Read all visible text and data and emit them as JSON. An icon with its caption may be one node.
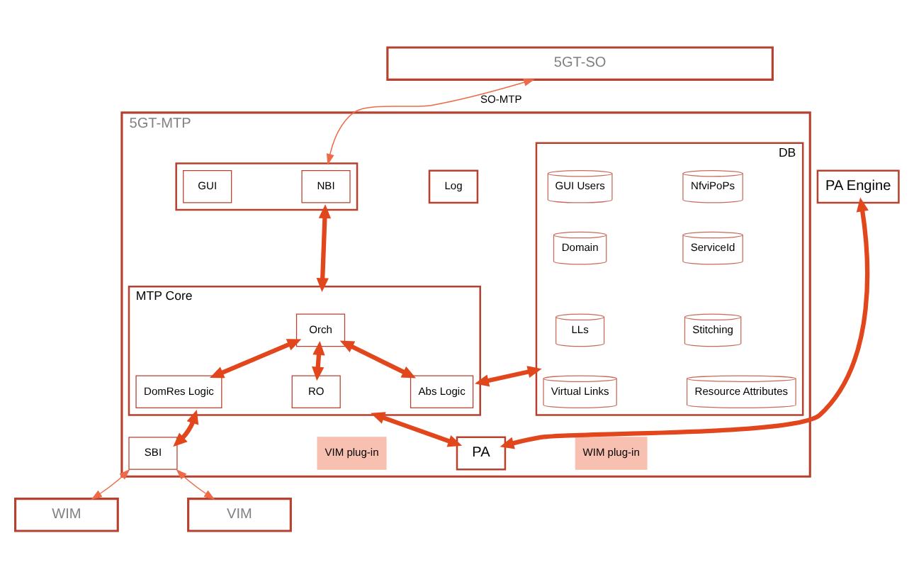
{
  "diagram": {
    "nodes": [
      {
        "text": [
          "5GT-SO"
        ]
      },
      {
        "text": [
          "5GT-MTP"
        ]
      },
      {
        "text": [],
        "shape": "box",
        "in": 1
      },
      {
        "text": [
          "NBI"
        ],
        "in": 2
      },
      {
        "text": [
          "GUI"
        ],
        "in": 2
      },
      {
        "text": [
          "Log"
        ],
        "in": 1
      },
      {
        "text": [
          "DB"
        ],
        "in": 1
      },
      {
        "text": [
          "GUI Users"
        ],
        "in": 6
      },
      {
        "text": [
          "NfviPoPs"
        ],
        "in": 6
      },
      {
        "text": [
          "Domain"
        ],
        "in": 6
      },
      {
        "text": [
          "ServiceId"
        ],
        "in": 6
      },
      {
        "text": [
          "LLs"
        ],
        "in": 6
      },
      {
        "text": [
          "Stitching"
        ],
        "in": 6
      },
      {
        "text": [
          "Virtual Links"
        ],
        "in": 6
      },
      {
        "text": [
          "Resource Attributes"
        ],
        "in": 6
      },
      {
        "text": [
          "MTP Core"
        ],
        "in": 1
      },
      {
        "text": [
          "Orch"
        ],
        "in": 15
      },
      {
        "text": [
          "Abs Logic"
        ],
        "in": 15
      },
      {
        "text": [
          "DomRes Logic"
        ],
        "in": 15
      },
      {
        "text": [
          "RO"
        ],
        "in": 15
      },
      {
        "text": [
          "PA"
        ],
        "in": 1
      },
      {
        "text": [
          "PA Engine"
        ]
      },
      {
        "text": [
          "WIM plug-in"
        ],
        "in": 1
      },
      {
        "text": [
          "SBI"
        ],
        "in": 1
      },
      {
        "text": [
          "VIM plug-in"
        ],
        "in": 1
      },
      {
        "text": [
          "WIM"
        ]
      },
      {
        "text": [
          "VIM"
        ]
      }
    ],
    "edges": [
      {
        "from": 2,
        "to": 0,
        "arrow": "both",
        "label": "SO-MTP",
        "color": "#ee6a48"
      },
      {
        "from": 2,
        "to": 15,
        "arrow": "both"
      },
      {
        "from": 6,
        "to": 15,
        "arrow": "both"
      },
      {
        "from": 16,
        "to": 17,
        "arrow": "both"
      },
      {
        "from": 16,
        "to": 18,
        "arrow": "both"
      },
      {
        "from": 16,
        "to": 19,
        "arrow": "both"
      },
      {
        "from": 15,
        "to": 20,
        "arrow": "both"
      },
      {
        "from": 20,
        "to": 21,
        "arrow": "both"
      },
      {
        "from": 15,
        "to": 23,
        "arrow": "both"
      },
      {
        "from": 23,
        "to": 25,
        "arrow": "both",
        "color": "#ee6a48"
      },
      {
        "from": 23,
        "to": 26,
        "arrow": "both",
        "color": "#ee6a48"
      }
    ]
  }
}
